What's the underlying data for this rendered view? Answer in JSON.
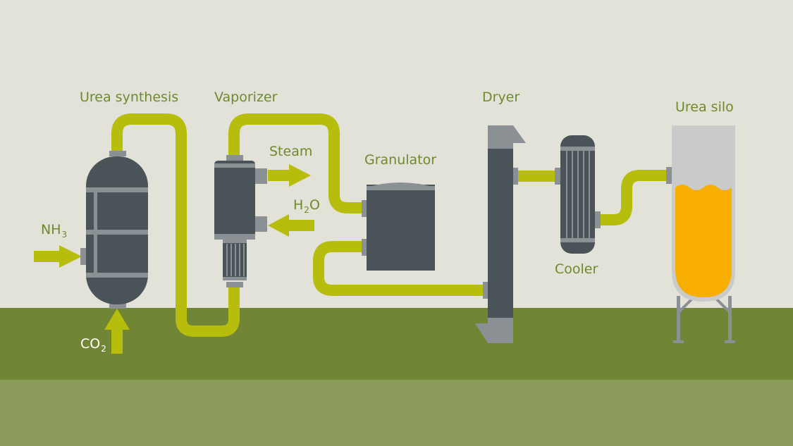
{
  "labels": {
    "urea_synthesis": "Urea synthesis",
    "vaporizer": "Vaporizer",
    "dryer": "Dryer",
    "urea_silo": "Urea silo",
    "granulator": "Granulator",
    "steam": "Steam",
    "cooler": "Cooler",
    "h2o_main": "H",
    "h2o_sub": "2",
    "h2o_tail": "O",
    "nh3_main": "NH",
    "nh3_sub": "3",
    "co2_main": "CO",
    "co2_sub": "2"
  },
  "colors": {
    "background": "#e3e2d8",
    "ground_dark": "#708634",
    "ground_light": "#8b9c5a",
    "pipe": "#b7bd0d",
    "vessel": "#4a5458",
    "band": "#8a9093",
    "silo_product": "#f8ae00",
    "silo_shell": "#c9cbcb",
    "label": "#6e8a2c"
  }
}
